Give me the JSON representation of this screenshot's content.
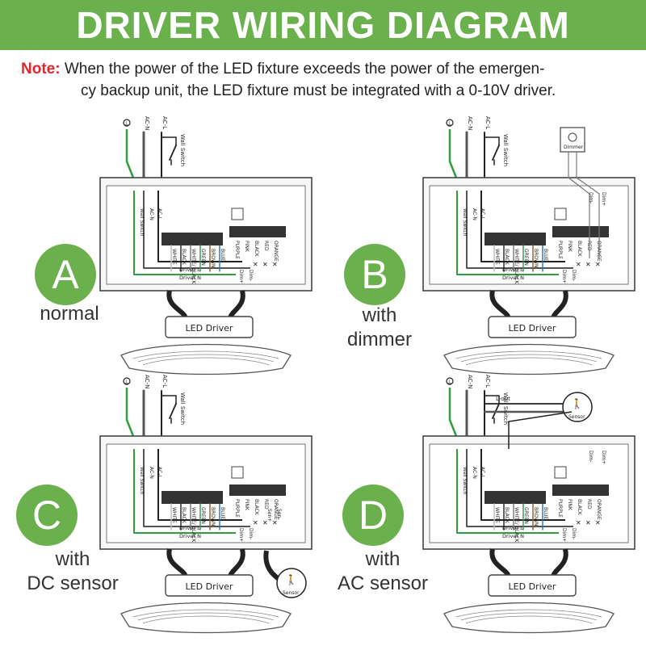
{
  "header": {
    "title": "DRIVER WIRING DIAGRAM"
  },
  "note": {
    "label": "Note:",
    "line1": "When the power of the LED fixture exceeds the power of the emergen-",
    "line2": "cy backup unit, the LED fixture must be integrated with a 0-10V driver."
  },
  "wire_labels": {
    "ground": "⏚",
    "ac_n": "AC-N",
    "ac_l": "AC-L",
    "wall_switch": "Wall Switch",
    "white": "WHITE",
    "black": "BLACK",
    "white_black": "WHITE/ BLACK",
    "green": "GREEN",
    "brown": "BROWN",
    "blue": "BLUE",
    "purple": "PURPLE",
    "pink": "PINK",
    "red": "RED",
    "orange": "ORANGE",
    "driver_l": "Driver L",
    "driver_n": "Driver N",
    "dim_plus": "Dim+",
    "dim_minus": "Dim-",
    "sen_plus": "Sen+",
    "sen_minus": "Sen-",
    "l_out": "L-out",
    "led_driver": "LED Driver",
    "dimmer": "Dimmer",
    "sensor": "Sensor"
  },
  "panels": [
    {
      "letter": "A",
      "caption_lines": [
        "normal"
      ]
    },
    {
      "letter": "B",
      "caption_lines": [
        "with",
        "dimmer"
      ]
    },
    {
      "letter": "C",
      "caption_lines": [
        "with",
        "DC sensor"
      ]
    },
    {
      "letter": "D",
      "caption_lines": [
        "with",
        "AC sensor"
      ]
    }
  ],
  "colors": {
    "accent_green": "#6ab04c",
    "note_red": "#e3262a",
    "wire_green": "#2e9e3e",
    "wire_blue": "#2b6cc4",
    "wire_brown": "#8b5a2b",
    "wire_purple": "#8e44ad",
    "wire_red": "#d62828",
    "wire_orange": "#f08a24",
    "wire_pink": "#e08bb0"
  }
}
